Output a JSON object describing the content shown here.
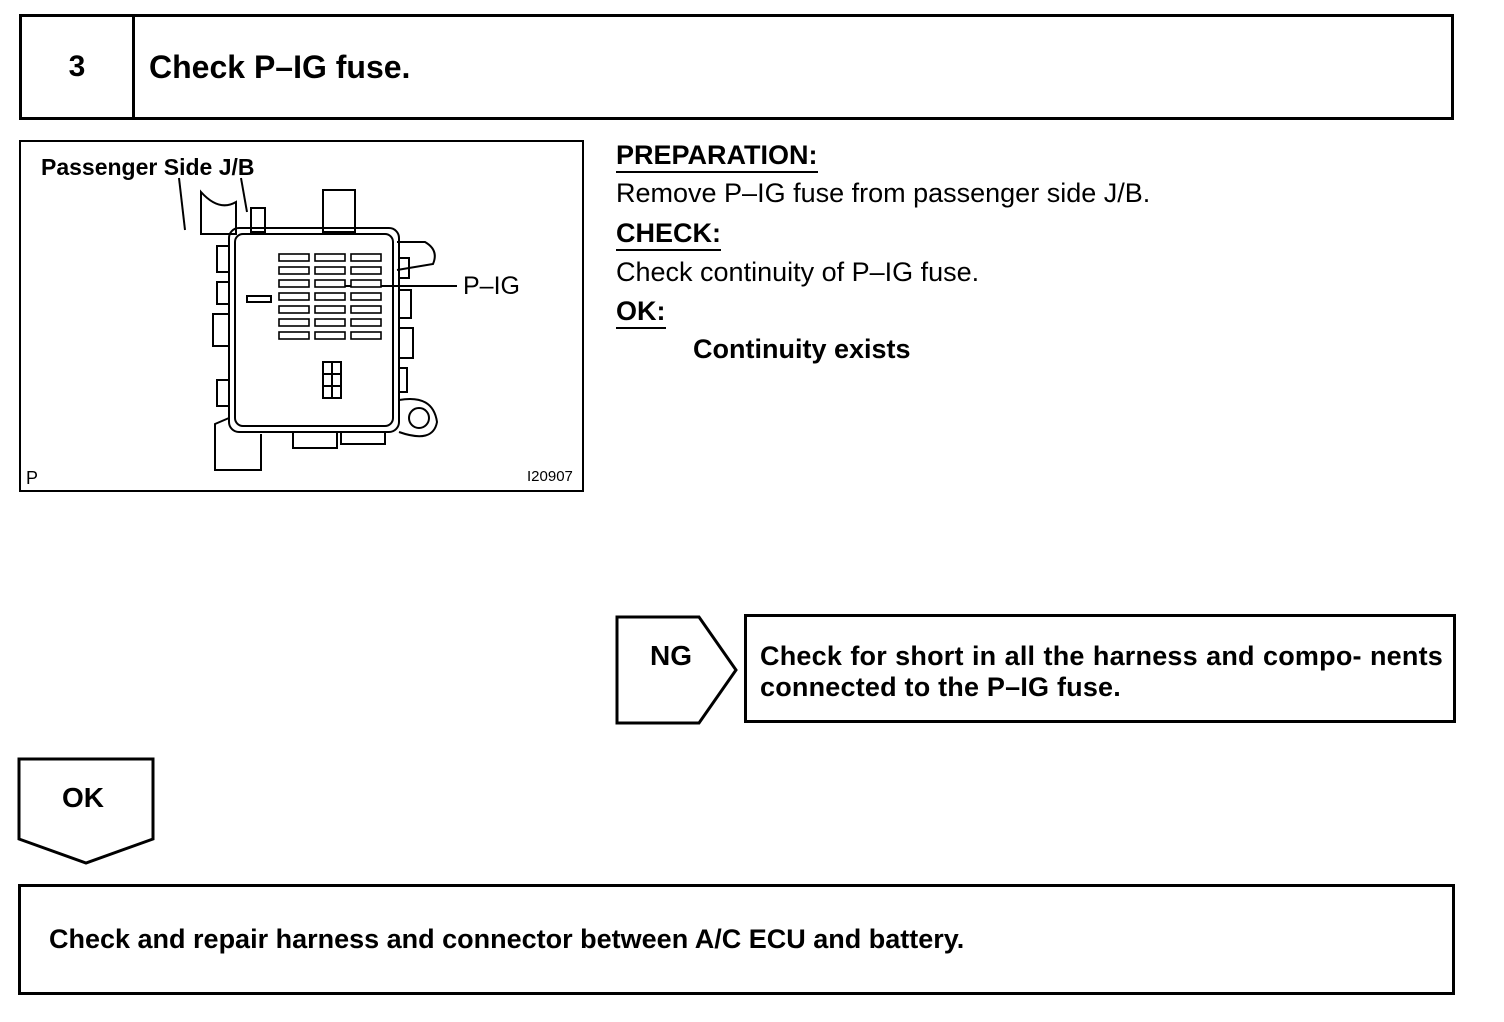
{
  "step": {
    "number": "3",
    "title": "Check P–IG fuse."
  },
  "figure": {
    "title": "Passenger Side J/B",
    "callout_label": "P–IG",
    "code_left": "P",
    "code_right": "I20907"
  },
  "instructions": {
    "preparation_heading": "PREPARATION:",
    "preparation_text": "Remove P–IG fuse from passenger side J/B.",
    "check_heading": "CHECK:",
    "check_text": "Check continuity of P–IG fuse.",
    "ok_heading": "OK:",
    "ok_text": "Continuity exists"
  },
  "ng_branch": {
    "label": "NG",
    "text": "Check for short in all the harness and compo- nents connected to the P–IG fuse."
  },
  "ok_branch": {
    "label": "OK"
  },
  "result": {
    "text": "Check and repair harness and connector between A/C ECU and battery."
  }
}
